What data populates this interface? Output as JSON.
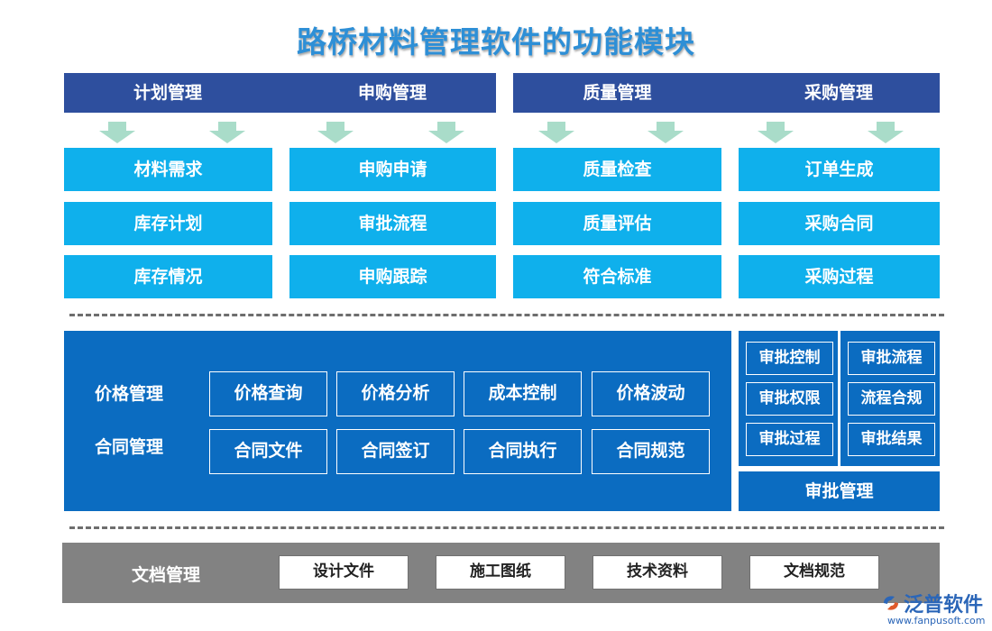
{
  "title": "路桥材料管理软件的功能模块",
  "top_headers": [
    "计划管理",
    "申购管理",
    "质量管理",
    "采购管理"
  ],
  "columns": [
    [
      "材料需求",
      "库存计划",
      "库存情况"
    ],
    [
      "申购申请",
      "审批流程",
      "申购跟踪"
    ],
    [
      "质量检查",
      "质量评估",
      "符合标准"
    ],
    [
      "订单生成",
      "采购合同",
      "采购过程"
    ]
  ],
  "middle": {
    "price_label": "价格管理",
    "contract_label": "合同管理",
    "price_items": [
      "价格查询",
      "价格分析",
      "成本控制",
      "价格波动"
    ],
    "contract_items": [
      "合同文件",
      "合同签订",
      "合同执行",
      "合同规范"
    ]
  },
  "approval": {
    "left": [
      "审批控制",
      "审批权限",
      "审批过程"
    ],
    "right": [
      "审批流程",
      "流程合规",
      "审批结果"
    ],
    "footer": "审批管理"
  },
  "documents": {
    "label": "文档管理",
    "items": [
      "设计文件",
      "施工图纸",
      "技术资料",
      "文档规范"
    ]
  },
  "logo": {
    "name": "泛普软件",
    "url": "www.fanpusoft.com"
  },
  "colors": {
    "header": "#2e4f9e",
    "module": "#0fb0ec",
    "panel": "#0b6cc1",
    "docs": "#828282",
    "arrow": "#a9dcc9"
  }
}
